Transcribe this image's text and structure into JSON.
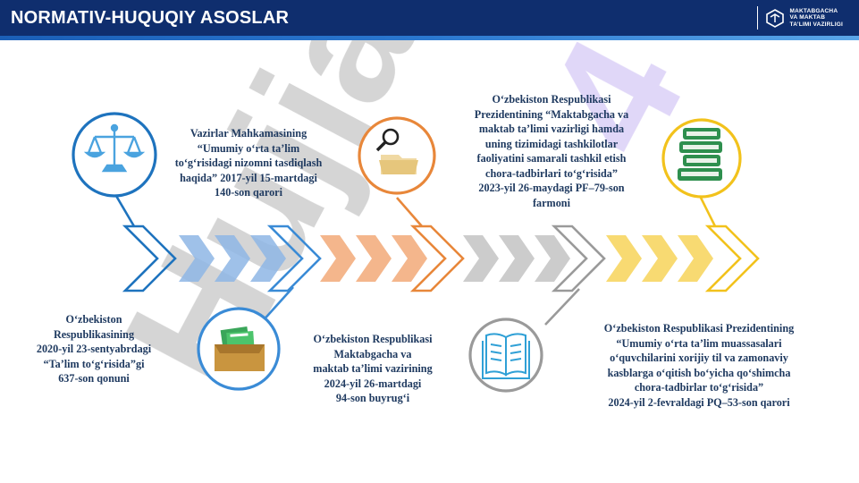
{
  "header": {
    "title": "NORMATIV-HUQUQIY ASOSLAR",
    "logo_lines": [
      "MAKTABGACHA",
      "VA MAKTAB",
      "TA’LIMI VAZIRLIGI"
    ]
  },
  "watermark": {
    "text": "Hujjat",
    "number": "4"
  },
  "colors": {
    "header_bg": "#0f2e6e",
    "stripe": "#2b78d0",
    "blue": "#1e73be",
    "orange": "#e8873a",
    "gray": "#9a9a9a",
    "yellow": "#f2c21c",
    "text": "#1f3a60"
  },
  "documents": [
    {
      "icon": "scales-icon",
      "lines": [
        "O‘zbekiston",
        "Respublikasining",
        "2020-yil 23-sentyabrdagi",
        "“Ta’lim to‘g‘risida”gi",
        "637-son qonuni"
      ]
    },
    {
      "icon": "certificate-box-icon",
      "lines": [
        "Vazirlar Mahkamasining",
        "“Umumiy o‘rta ta’lim",
        "to‘g‘risidagi nizomni tasdiqlash",
        "haqida” 2017-yil 15-martdagi",
        "140-son qarori"
      ]
    },
    {
      "icon": "magnifier-folder-icon",
      "lines": [
        "O‘zbekiston Respublikasi",
        "Maktabgacha va",
        "maktab ta’limi vazirining",
        "2024-yil 26-martdagi",
        "94-son buyrug‘i"
      ]
    },
    {
      "icon": "open-book-icon",
      "lines": [
        "O‘zbekiston Respublikasi",
        "Prezidentining “Maktabgacha va",
        "maktab ta’limi vazirligi hamda",
        "uning tizimidagi tashkilotlar",
        "faoliyatini samarali tashkil etish",
        "chora-tadbirlari to‘g‘risida”",
        "2023-yil 26-maydagi PF–79-son",
        "farmoni"
      ]
    },
    {
      "icon": "stacked-books-icon",
      "lines": [
        "O‘zbekiston Respublikasi Prezidentining",
        "“Umumiy o‘rta ta’lim muassasalari",
        "o‘quvchilarini xorijiy til va zamonaviy",
        "kasblarga o‘qitish bo‘yicha qo‘shimcha",
        "chora-tadbirlar to‘g‘risida”",
        "2024-yil 2-fevraldagi PQ–53-son qarori"
      ]
    }
  ]
}
